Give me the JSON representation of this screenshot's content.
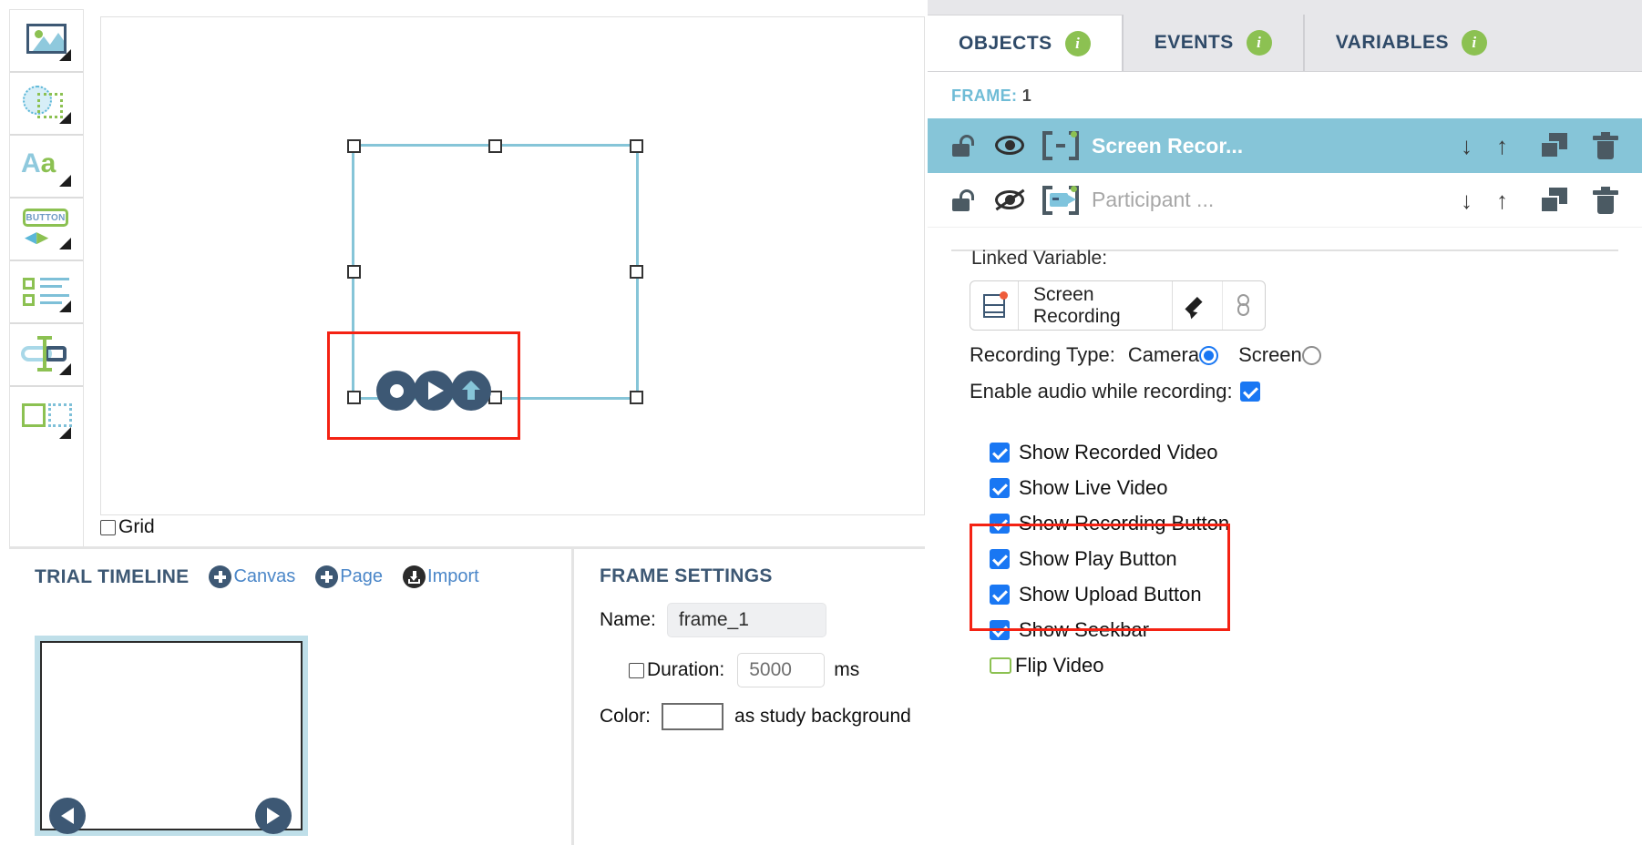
{
  "toolbar": {
    "items": [
      {
        "name": "image-tool",
        "label": "Image"
      },
      {
        "name": "shape-tool",
        "label": "Shape"
      },
      {
        "name": "text-tool",
        "label": "Aa"
      },
      {
        "name": "button-tool",
        "label": "BUTTON"
      },
      {
        "name": "list-tool",
        "label": "List"
      },
      {
        "name": "input-tool",
        "label": "Input"
      },
      {
        "name": "frame-tool",
        "label": "Frame"
      }
    ],
    "button_tool_label": "BUTTON",
    "text_tool_a": "A",
    "text_tool_b": "a"
  },
  "canvas": {
    "grid_label": "Grid",
    "grid_checked": false,
    "media_buttons": [
      "record-button",
      "play-button",
      "upload-button"
    ]
  },
  "timeline": {
    "title": "TRIAL TIMELINE",
    "actions": [
      {
        "name": "add-canvas-button",
        "label": "Canvas",
        "icon": "plus-icon"
      },
      {
        "name": "add-page-button",
        "label": "Page",
        "icon": "plus-icon"
      },
      {
        "name": "import-button",
        "label": "Import",
        "icon": "import-icon"
      }
    ]
  },
  "frame_settings": {
    "title": "FRAME SETTINGS",
    "name_label": "Name:",
    "name_value": "frame_1",
    "duration_label": "Duration:",
    "duration_value": "5000",
    "duration_unit": "ms",
    "duration_checked": false,
    "color_label": "Color:",
    "color_suffix": "as study background",
    "color_value": "#ffffff"
  },
  "right_panel": {
    "tabs": [
      {
        "label": "OBJECTS",
        "active": true
      },
      {
        "label": "EVENTS",
        "active": false
      },
      {
        "label": "VARIABLES",
        "active": false
      }
    ],
    "frame_label": "FRAME:",
    "frame_number": "1",
    "objects": [
      {
        "name": "Screen Recor...",
        "selected": true,
        "locked": false,
        "visible": true,
        "icon": "screen-recorder-icon"
      },
      {
        "name": "Participant ...",
        "selected": false,
        "locked": false,
        "visible": false,
        "icon": "participant-camera-icon"
      }
    ],
    "properties": {
      "linked_variable_label": "Linked Variable:",
      "linked_variable_value": "Screen Recording",
      "recording_type_label": "Recording Type:",
      "recording_type_options": [
        {
          "label": "Camera",
          "selected": true
        },
        {
          "label": "Screen",
          "selected": false
        }
      ],
      "enable_audio_label": "Enable audio while recording:",
      "enable_audio_checked": true,
      "options": [
        {
          "label": "Show Recorded Video",
          "checked": true,
          "style": "blue"
        },
        {
          "label": "Show Live Video",
          "checked": true,
          "style": "blue"
        },
        {
          "label": "Show Recording Button",
          "checked": true,
          "style": "blue"
        },
        {
          "label": "Show Play Button",
          "checked": true,
          "style": "blue"
        },
        {
          "label": "Show Upload Button",
          "checked": true,
          "style": "blue"
        },
        {
          "label": "Show Seekbar",
          "checked": true,
          "style": "blue"
        },
        {
          "label": "Flip Video",
          "checked": false,
          "style": "green"
        }
      ]
    }
  },
  "colors": {
    "accent_teal": "#86c5d8",
    "accent_green": "#8cc152",
    "navy": "#3d5874",
    "highlight_red": "#f42213",
    "checkbox_blue": "#1977f3",
    "link_blue": "#4a86c8"
  }
}
